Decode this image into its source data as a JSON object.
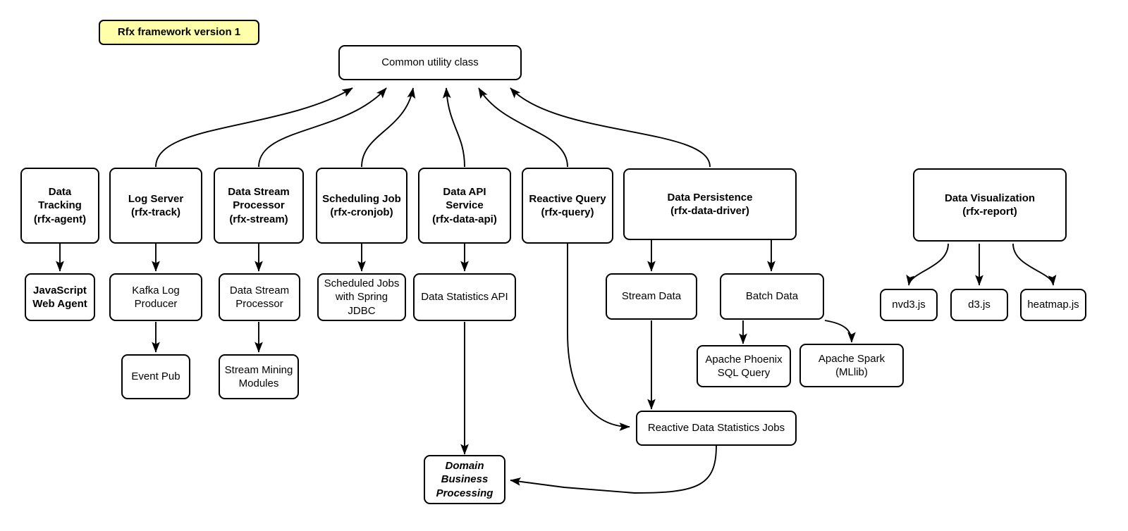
{
  "diagram": {
    "title_note": "Rfx framework version 1",
    "background": "#ffffff",
    "note_fill": "#ffffaa",
    "stroke": "#000000",
    "nodes": {
      "note": "Rfx framework version 1",
      "common_utility": "Common utility class",
      "data_tracking": "Data Tracking\n(rfx-agent)",
      "log_server": "Log Server\n(rfx-track)",
      "data_stream_processor_top": "Data Stream\nProcessor\n(rfx-stream)",
      "scheduling_job": "Scheduling Job\n(rfx-cronjob)",
      "data_api_service": "Data API Service\n(rfx-data-api)",
      "reactive_query": "Reactive Query\n(rfx-query)",
      "data_persistence": "Data Persistence\n(rfx-data-driver)",
      "data_visualization": "Data Visualization\n(rfx-report)",
      "javascript_web_agent": "JavaScript\nWeb Agent",
      "kafka_log_producer": "Kafka Log\nProducer",
      "data_stream_processor": "Data Stream\nProcessor",
      "scheduled_jobs": "Scheduled Jobs\nwith Spring JDBC",
      "data_statistics_api": "Data Statistics API",
      "stream_data": "Stream Data",
      "batch_data": "Batch Data",
      "nvd3": "nvd3.js",
      "d3": "d3.js",
      "heatmap": "heatmap.js",
      "event_pub": "Event Pub",
      "stream_mining_modules": "Stream Mining\nModules",
      "apache_phoenix": "Apache Phoenix\nSQL Query",
      "apache_spark": "Apache Spark\n(MLlib)",
      "reactive_data_statistics_jobs": "Reactive Data Statistics Jobs",
      "domain_business_processing": "Domain\nBusiness\nProcessing"
    },
    "edges": [
      {
        "from": "data_tracking",
        "to": "javascript_web_agent",
        "style": "straight"
      },
      {
        "from": "log_server",
        "to": "kafka_log_producer",
        "style": "straight"
      },
      {
        "from": "kafka_log_producer",
        "to": "event_pub",
        "style": "straight"
      },
      {
        "from": "data_stream_processor_top",
        "to": "data_stream_processor",
        "style": "straight"
      },
      {
        "from": "data_stream_processor",
        "to": "stream_mining_modules",
        "style": "straight"
      },
      {
        "from": "scheduling_job",
        "to": "scheduled_jobs",
        "style": "straight"
      },
      {
        "from": "data_api_service",
        "to": "data_statistics_api",
        "style": "straight"
      },
      {
        "from": "data_statistics_api",
        "to": "domain_business_processing",
        "style": "straight"
      },
      {
        "from": "reactive_query",
        "to": "reactive_data_statistics_jobs",
        "style": "curved"
      },
      {
        "from": "data_persistence",
        "to": "stream_data",
        "style": "straight"
      },
      {
        "from": "data_persistence",
        "to": "batch_data",
        "style": "straight"
      },
      {
        "from": "stream_data",
        "to": "reactive_data_statistics_jobs",
        "style": "straight"
      },
      {
        "from": "batch_data",
        "to": "apache_phoenix",
        "style": "straight"
      },
      {
        "from": "batch_data",
        "to": "apache_spark",
        "style": "curved"
      },
      {
        "from": "reactive_data_statistics_jobs",
        "to": "domain_business_processing",
        "style": "curved"
      },
      {
        "from": "data_visualization",
        "to": "nvd3",
        "style": "curved"
      },
      {
        "from": "data_visualization",
        "to": "d3",
        "style": "straight"
      },
      {
        "from": "data_visualization",
        "to": "heatmap",
        "style": "curved"
      },
      {
        "from": "log_server",
        "to": "common_utility",
        "style": "curved"
      },
      {
        "from": "data_stream_processor_top",
        "to": "common_utility",
        "style": "curved"
      },
      {
        "from": "scheduling_job",
        "to": "common_utility",
        "style": "curved"
      },
      {
        "from": "data_api_service",
        "to": "common_utility",
        "style": "curved"
      },
      {
        "from": "reactive_query",
        "to": "common_utility",
        "style": "curved"
      },
      {
        "from": "data_persistence",
        "to": "common_utility",
        "style": "curved"
      }
    ]
  }
}
